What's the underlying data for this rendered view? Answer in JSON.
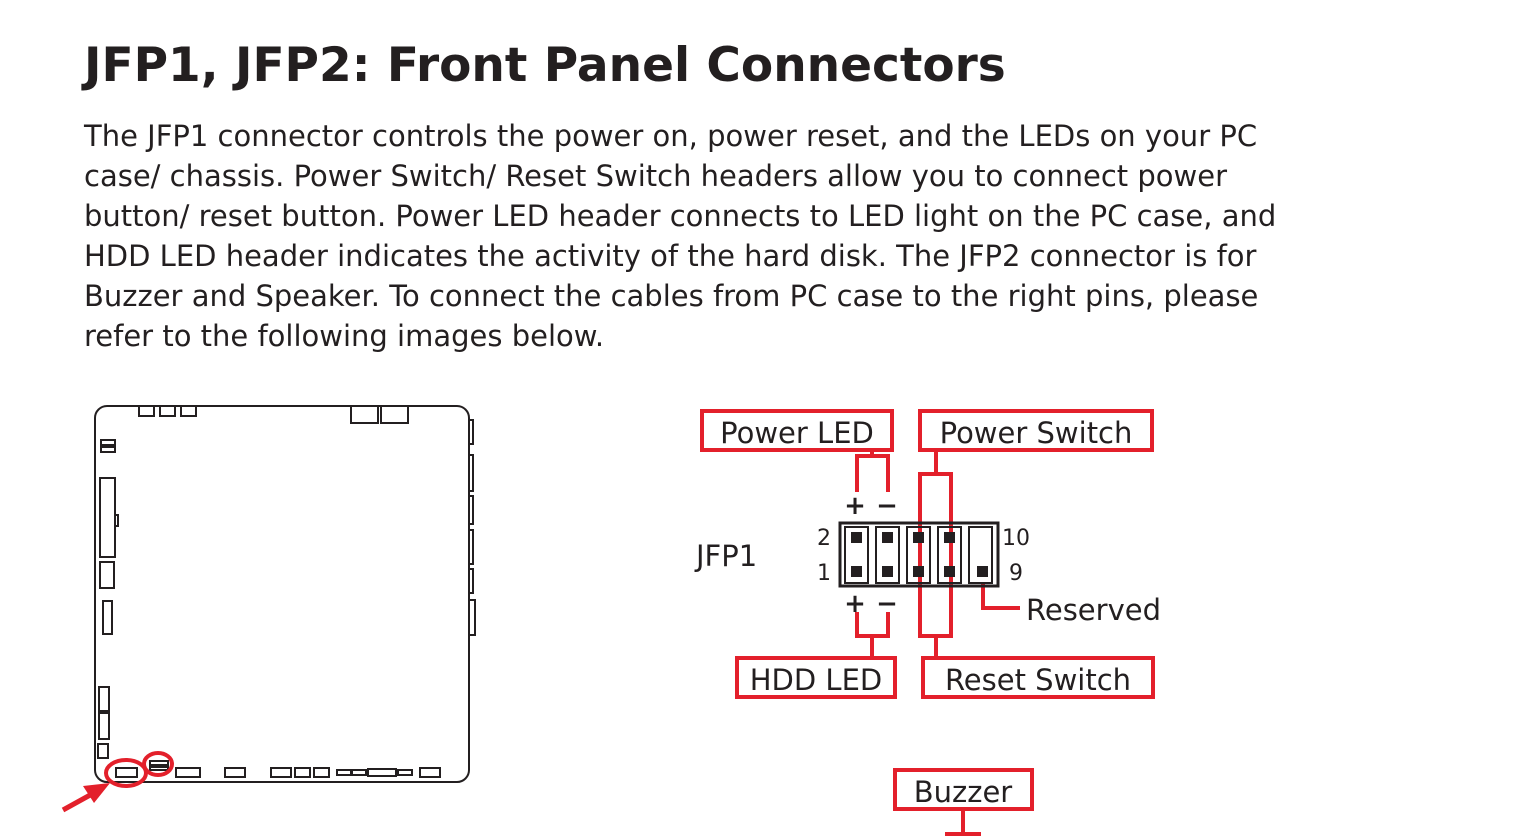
{
  "heading": "JFP1, JFP2: Front Panel Connectors",
  "paragraph_lines": [
    "The JFP1 connector controls the power on, power reset, and the LEDs on your PC",
    "case/ chassis. Power Switch/ Reset Switch headers allow you to connect power",
    "button/ reset button. Power LED header connects to LED light on the PC case, and",
    "HDD LED header indicates the activity of the hard disk. The JFP2 connector is for",
    "Buzzer and Speaker. To connect the cables from PC case to the right pins, please",
    "refer to the following images below."
  ],
  "diagram": {
    "connector_name": "JFP1",
    "labels": {
      "power_led": "Power LED",
      "power_switch": "Power Switch",
      "hdd_led": "HDD LED",
      "reset_switch": "Reset Switch",
      "reserved": "Reserved",
      "buzzer": "Buzzer"
    },
    "pin_numbers": {
      "top_left": "2",
      "bottom_left": "1",
      "top_right": "10",
      "bottom_right": "9"
    },
    "polarity": {
      "plus": "+",
      "minus": "−"
    },
    "accent_color": "#e3202b",
    "line_color": "#231f20"
  }
}
